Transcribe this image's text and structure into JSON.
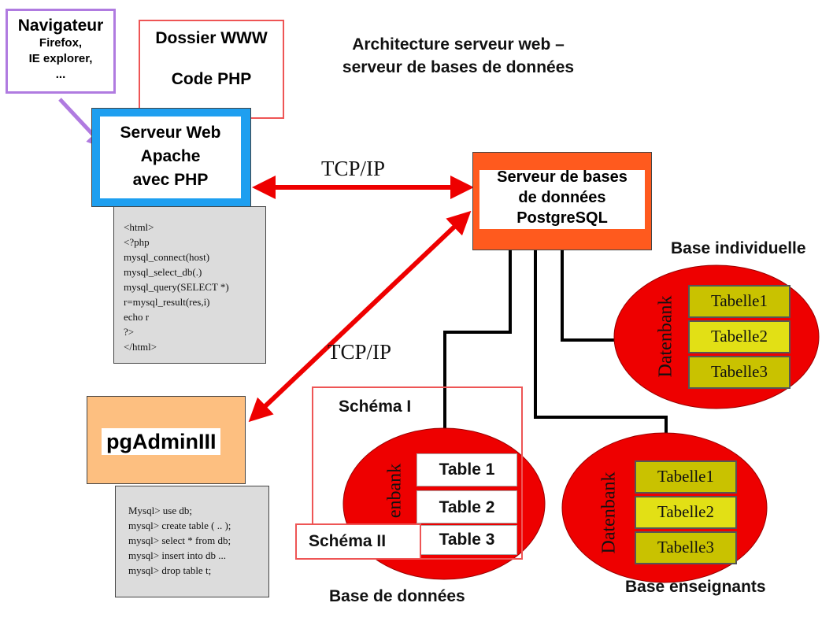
{
  "title": {
    "line1": "Architecture serveur web –",
    "line2": "serveur de bases de données"
  },
  "browser": {
    "title": "Navigateur",
    "line1": "Firefox,",
    "line2": "IE explorer,",
    "line3": "..."
  },
  "www_folder": {
    "line1": "Dossier WWW",
    "line2": "Code PHP"
  },
  "web_server": {
    "line1": "Serveur Web",
    "line2": "Apache",
    "line3": "avec PHP"
  },
  "db_server": {
    "line1": "Serveur de bases",
    "line2": "de données",
    "line3": "PostgreSQL"
  },
  "protocols": {
    "top": "TCP/IP",
    "diagonal": "TCP/IP"
  },
  "php_code": [
    "<html>",
    "<?php",
    "mysql_connect(host)",
    "mysql_select_db(.)",
    "mysql_query(SELECT *)",
    "r=mysql_result(res,i)",
    "echo r",
    "?>",
    "</html>"
  ],
  "pgadmin": {
    "label": "pgAdminIII"
  },
  "sql_code": [
    "Mysql> use db;",
    "mysql> create table ( .. );",
    "mysql> select * from db;",
    "mysql> insert into db ...",
    "mysql> drop table t;"
  ],
  "base_individuelle": {
    "label": "Base individuelle",
    "db_word": "Datenbank",
    "tables": [
      "Tabelle1",
      "Tabelle2",
      "Tabelle3"
    ]
  },
  "base_enseignants": {
    "label": "Base enseignants",
    "db_word": "Datenbank",
    "tables": [
      "Tabelle1",
      "Tabelle2",
      "Tabelle3"
    ]
  },
  "base_donnees": {
    "label": "Base de données",
    "db_word": "enbank",
    "schema1": "Schéma I",
    "schema2": "Schéma II",
    "tables": [
      "Table 1",
      "Table 2",
      "Table 3"
    ]
  },
  "colors": {
    "red": "#ee0000",
    "blue": "#1e9ff0",
    "purple": "#b07be0",
    "orange_red": "#ff5a1e",
    "peach": "#fdbf80",
    "yellow": "#c9c200",
    "yellow_highlight": "#e2e015",
    "gray_code": "#dcdcdc"
  }
}
